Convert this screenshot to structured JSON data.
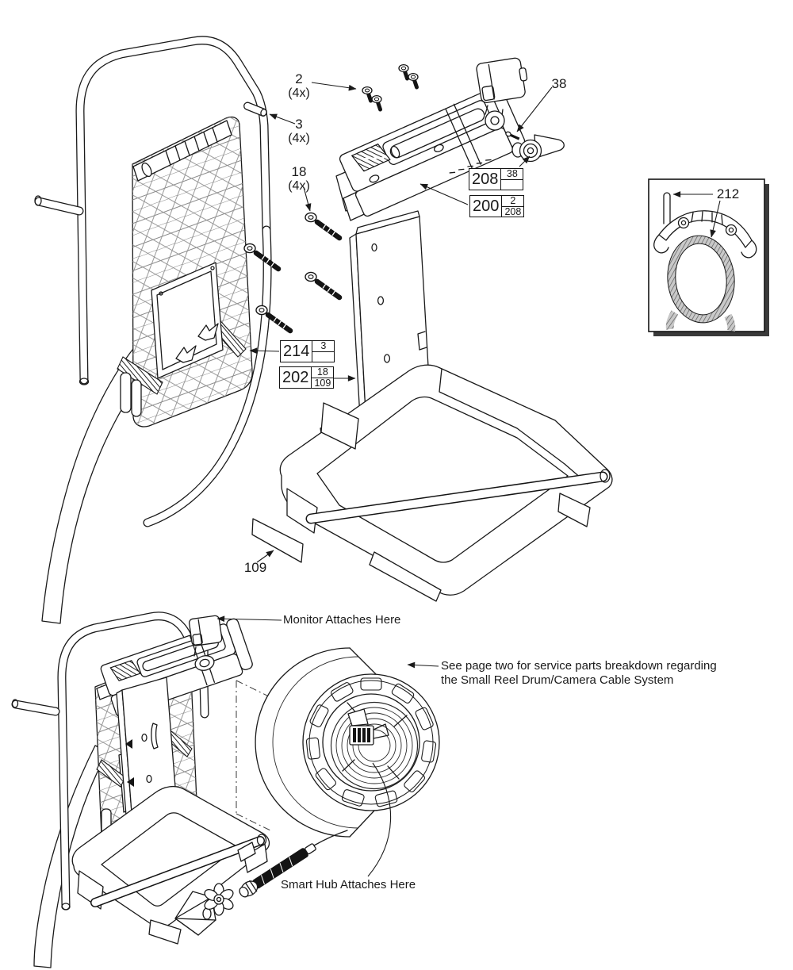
{
  "page": {
    "background": "#ffffff",
    "line_color": "#1a1a1a"
  },
  "top_view": {
    "callouts": {
      "screws": {
        "ref": "2",
        "qty": "(4x)"
      },
      "pin": {
        "ref": "3",
        "qty": "(4x)"
      },
      "bolts": {
        "ref": "18",
        "qty": "(4x)"
      },
      "thumb_screw": {
        "ref": "38"
      },
      "label_sticker": {
        "ref": "109"
      }
    },
    "part_boxes": [
      {
        "main": "208",
        "sub_top": "38",
        "sub_bottom": ""
      },
      {
        "main": "200",
        "sub_top": "2",
        "sub_bottom": "208"
      },
      {
        "main": "214",
        "sub_top": "3",
        "sub_bottom": ""
      },
      {
        "main": "202",
        "sub_top": "18",
        "sub_bottom": "109"
      }
    ]
  },
  "inset_view": {
    "callout": {
      "ref": "212"
    }
  },
  "bottom_view": {
    "notes": {
      "monitor": "Monitor Attaches Here",
      "service_line1": "See page two for service parts breakdown regarding",
      "service_line2": "the Small Reel Drum/Camera Cable System",
      "smart_hub": "Smart Hub Attaches Here"
    }
  },
  "icons": {
    "brand_logo": "milwaukee-logo",
    "arrowhead": "leader-arrow"
  }
}
